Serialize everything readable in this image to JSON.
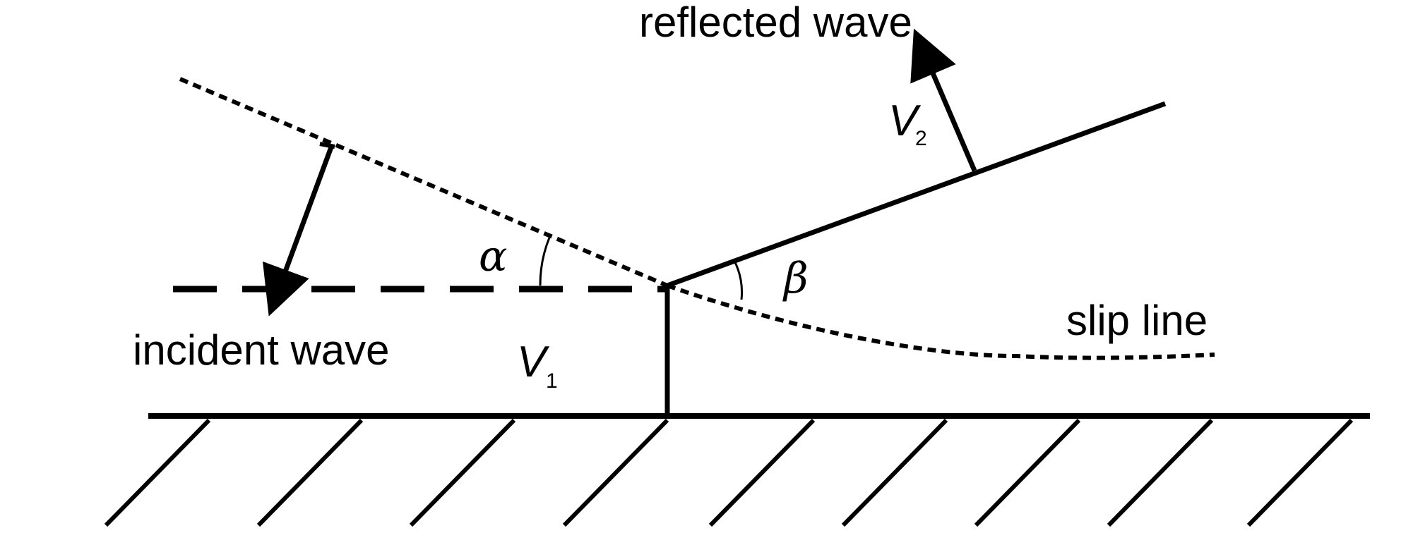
{
  "labels": {
    "reflected_wave": "reflected wave",
    "incident_wave": "incident wave",
    "slip_line": "slip line",
    "alpha": "α",
    "beta": "β",
    "v1_symbol": "V",
    "v1_subscript": "1",
    "v2_symbol": "V",
    "v2_subscript": "2"
  },
  "colors": {
    "ink": "#000000",
    "background": "#ffffff"
  }
}
